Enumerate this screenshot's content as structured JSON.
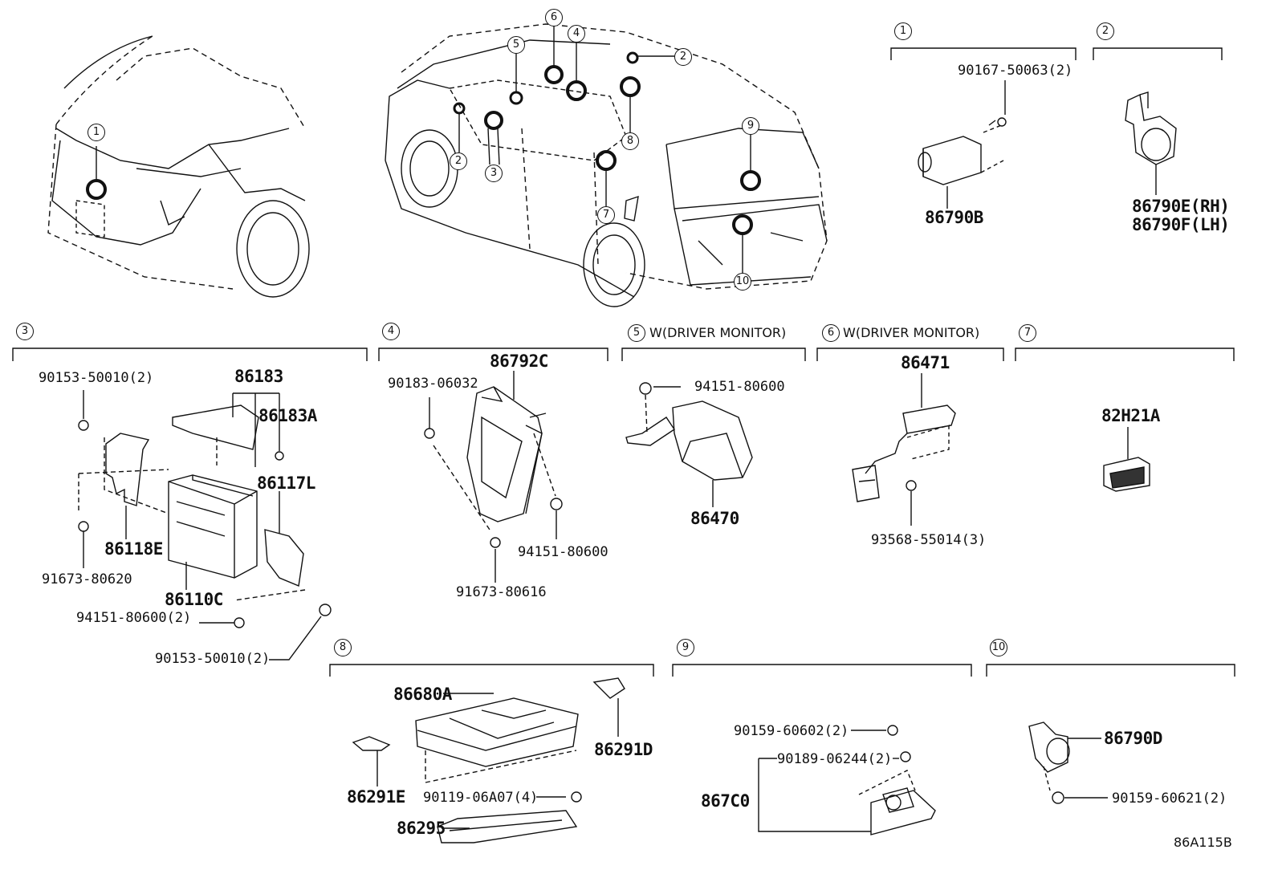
{
  "overview_callouts": [
    "1",
    "2",
    "2",
    "3",
    "4",
    "5",
    "6",
    "7",
    "8",
    "9",
    "10"
  ],
  "sections": {
    "s1": {
      "num": "1",
      "parts": [
        "90167-50063(2)",
        "86790B"
      ]
    },
    "s2": {
      "num": "2",
      "parts": [
        "86790E(RH)",
        "86790F(LH)"
      ]
    },
    "s3": {
      "num": "3",
      "parts": [
        "90153-50010(2)",
        "86183",
        "86183A",
        "86117L",
        "86118E",
        "91673-80620",
        "86110C",
        "94151-80600(2)",
        "90153-50010(2)"
      ]
    },
    "s4": {
      "num": "4",
      "parts": [
        "90183-06032",
        "86792C",
        "94151-80600",
        "91673-80616"
      ]
    },
    "s5": {
      "num": "5",
      "note": "W(DRIVER MONITOR)",
      "parts": [
        "94151-80600",
        "86470"
      ]
    },
    "s6": {
      "num": "6",
      "note": "W(DRIVER MONITOR)",
      "parts": [
        "86471",
        "93568-55014(3)"
      ]
    },
    "s7": {
      "num": "7",
      "parts": [
        "82H21A"
      ]
    },
    "s8": {
      "num": "8",
      "parts": [
        "86680A",
        "86291D",
        "86291E",
        "90119-06A07(4)",
        "86295"
      ]
    },
    "s9": {
      "num": "9",
      "parts": [
        "90159-60602(2)",
        "90189-06244(2)",
        "867C0"
      ]
    },
    "s10": {
      "num": "10",
      "parts": [
        "86790D",
        "90159-60621(2)"
      ]
    }
  },
  "diagram_code": "86A115B"
}
